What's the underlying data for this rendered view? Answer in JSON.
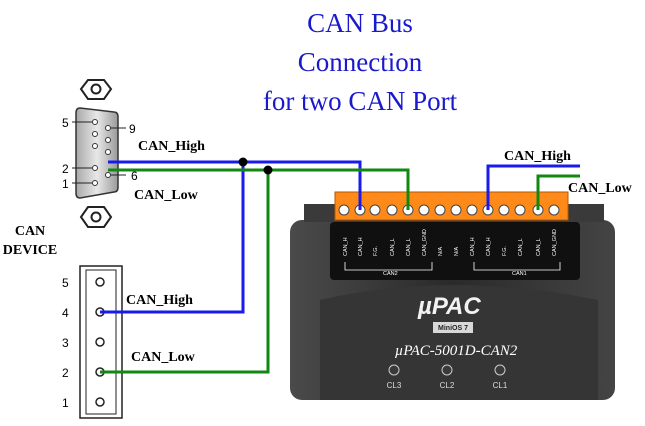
{
  "title": {
    "line1": "CAN Bus",
    "line2": "Connection",
    "line3": "for two CAN Port"
  },
  "db9_connector": {
    "pin_5": "5",
    "pin_9": "9",
    "pin_2": "2",
    "pin_6": "6",
    "pin_1": "1",
    "can_high_label": "CAN_High",
    "can_low_label": "CAN_Low"
  },
  "can_device": {
    "label_line1": "CAN",
    "label_line2": "DEVICE",
    "pins": [
      "5",
      "4",
      "3",
      "2",
      "1"
    ],
    "can_high_label": "CAN_High",
    "can_low_label": "CAN_Low"
  },
  "right_port": {
    "can_high_label": "CAN_High",
    "can_low_label": "CAN_Low"
  },
  "module": {
    "brand_logo": "µPAC",
    "os_badge": "MiniOS 7",
    "model": "µPAC-5001D-CAN2",
    "leds": [
      "CL3",
      "CL2",
      "CL1"
    ],
    "terminal_labels": [
      "CAN_H",
      "CAN_H",
      "F.G.",
      "CAN_L",
      "CAN_L",
      "CAN_GND",
      "N/A",
      "N/A",
      "CAN_H",
      "CAN_H",
      "F.G.",
      "CAN_L",
      "CAN_L",
      "CAN_GND"
    ],
    "can_group_left": "CAN2",
    "can_group_right": "CAN1"
  },
  "colors": {
    "title": "#1a1acc",
    "can_high_wire": "#1a1aee",
    "can_low_wire": "#118811",
    "terminal": "#ff8a1a",
    "module_body": "#2b2b2b"
  }
}
